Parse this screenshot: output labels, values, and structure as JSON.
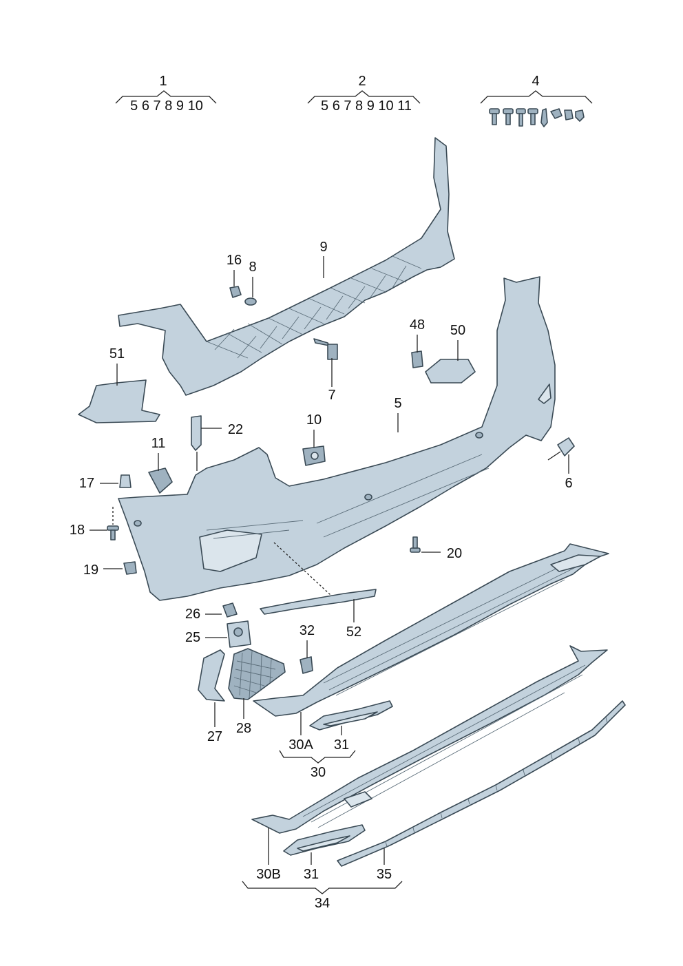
{
  "diagram": {
    "callouts": {
      "c1": "1",
      "c2": "2",
      "c4": "4",
      "c5": "5",
      "c6": "6",
      "c7": "7",
      "c8": "8",
      "c9": "9",
      "c10": "10",
      "c11": "11",
      "c16": "16",
      "c17": "17",
      "c18": "18",
      "c19": "19",
      "c20": "20",
      "c22": "22",
      "c25": "25",
      "c26": "26",
      "c27": "27",
      "c28": "28",
      "c30": "30",
      "c30A": "30A",
      "c30B": "30B",
      "c31a": "31",
      "c31b": "31",
      "c32": "32",
      "c34": "34",
      "c35": "35",
      "c48": "48",
      "c50": "50",
      "c51": "51",
      "c52": "52"
    },
    "group1_items": "5 6 7 8 9 10",
    "group2_items": "5 6 7 8 9 10 11",
    "colors": {
      "part_fill": "#c3d2dd",
      "outline": "#3a4a55",
      "text": "#111111"
    },
    "icon": "hardware-fasteners-icon"
  }
}
